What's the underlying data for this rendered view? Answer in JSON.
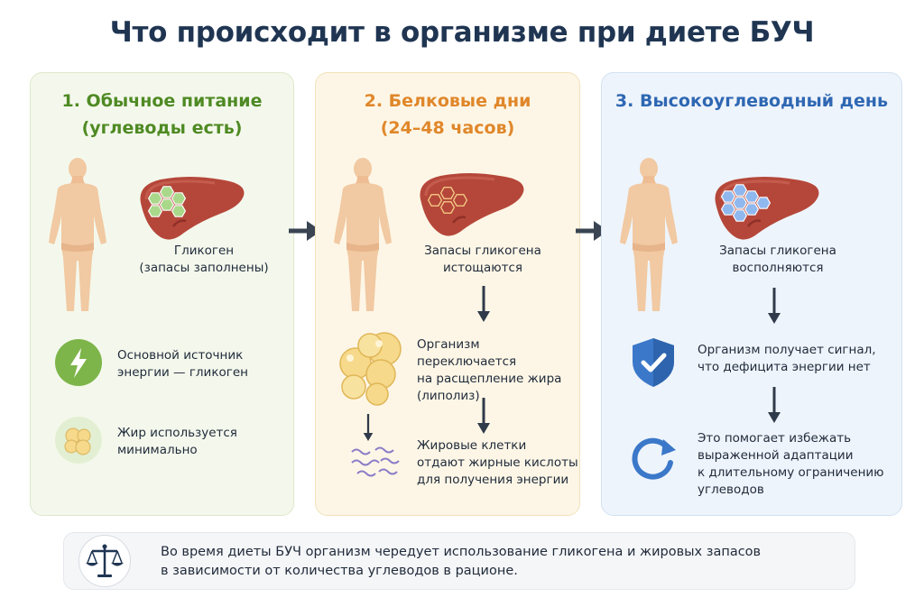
{
  "title": "Что происходит в организме при диете БУЧ",
  "panels": [
    {
      "title_line1": "1. Обычное питание",
      "title_line2": "(углеводы есть)",
      "liver_caption_line1": "Гликоген",
      "liver_caption_line2": "(запасы заполнены)",
      "items": [
        {
          "icon": "lightning-icon",
          "line1": "Основной источник",
          "line2": "энергии — гликоген"
        },
        {
          "icon": "fat-cells-icon",
          "line1": "Жир используется",
          "line2": "минимально"
        }
      ]
    },
    {
      "title_line1": "2. Белковые дни",
      "title_line2": "(24–48 часов)",
      "liver_caption_line1": "Запасы гликогена",
      "liver_caption_line2": "истощаются",
      "step1_line1": "Организм переключается",
      "step1_line2": "на расщепление жира",
      "step1_line3": "(липолиз)",
      "step2_line1": "Жировые клетки",
      "step2_line2": "отдают жирные кислоты",
      "step2_line3": "для получения энергии"
    },
    {
      "title_line1": "3. Высокоуглеводный день",
      "liver_caption_line1": "Запасы гликогена",
      "liver_caption_line2": "восполняются",
      "step1_line1": "Организм получает сигнал,",
      "step1_line2": "что дефицита энергии нет",
      "step2_line1": "Это помогает избежать",
      "step2_line2": "выраженной адаптации",
      "step2_line3": "к длительному ограничению",
      "step2_line4": "углеводов"
    }
  ],
  "footer": {
    "icon": "scales-icon",
    "line1": "Во время диеты БУЧ организм чередует использование гликогена и жировых запасов",
    "line2": "в зависимости от количества углеводов в рационе."
  },
  "colors": {
    "panel1_accent": "#4f8a24",
    "panel2_accent": "#e0872a",
    "panel3_accent": "#2e67b3",
    "title": "#1f3552",
    "liver": "#b5473a",
    "glycogen_green": "#a9d88a",
    "glycogen_blue": "#8fb8ef",
    "fat": "#f6d98a"
  }
}
